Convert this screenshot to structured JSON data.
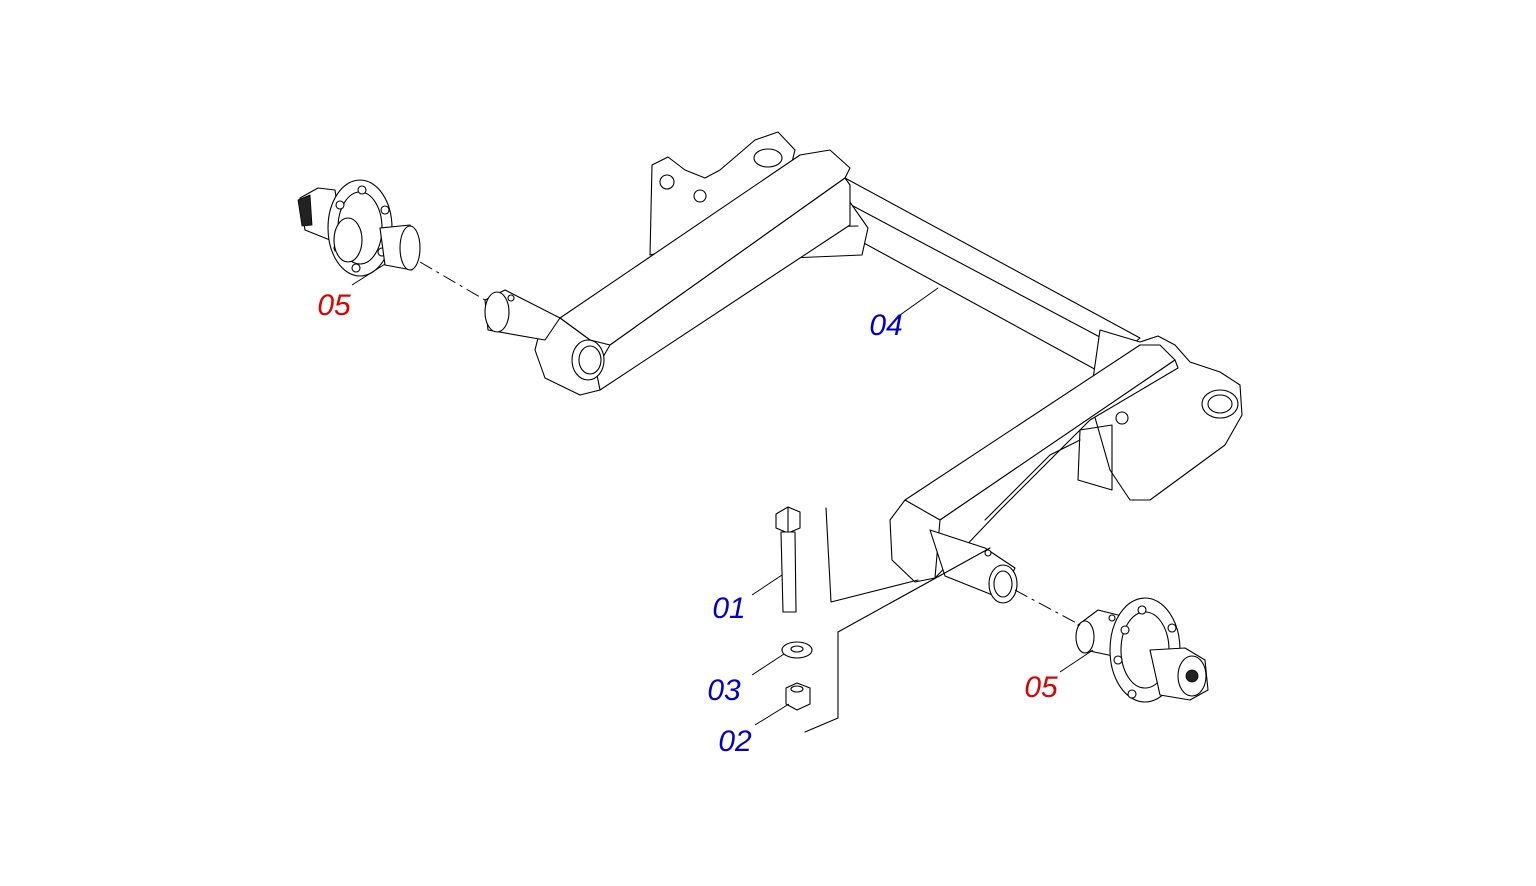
{
  "colors": {
    "label_primary": "#0000cc",
    "label_accent": "#dd0000",
    "line": "#000000",
    "background": "#ffffff"
  },
  "callouts": {
    "bolt": {
      "number": "01",
      "color": "#0000cc"
    },
    "nut": {
      "number": "02",
      "color": "#0000cc"
    },
    "washer": {
      "number": "03",
      "color": "#0000cc"
    },
    "axle_frame": {
      "number": "04",
      "color": "#0000cc"
    },
    "hub_left": {
      "number": "05",
      "color": "#dd0000"
    },
    "hub_right": {
      "number": "05",
      "color": "#dd0000"
    }
  }
}
